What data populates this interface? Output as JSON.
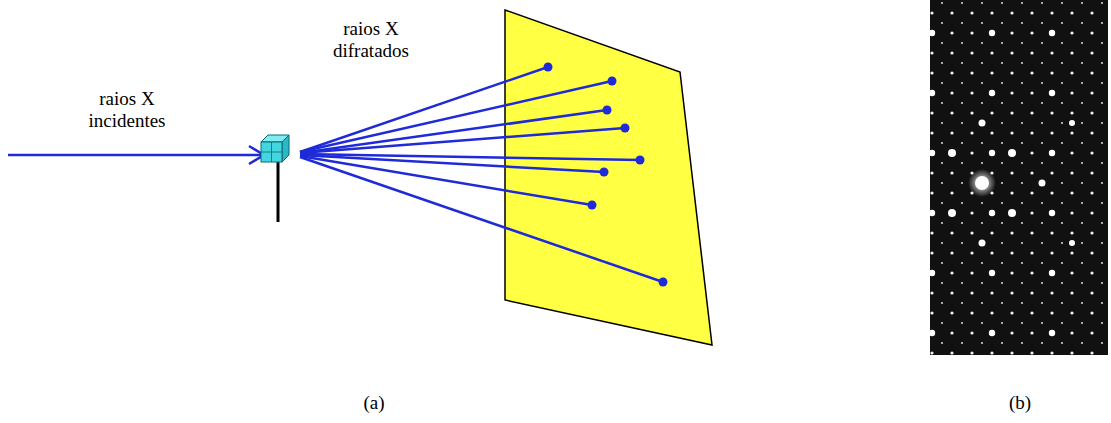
{
  "diagram": {
    "labels": [
      "raios X incidentes",
      "raios X difratados",
      "(a)",
      "(b)"
    ]
  }
}
